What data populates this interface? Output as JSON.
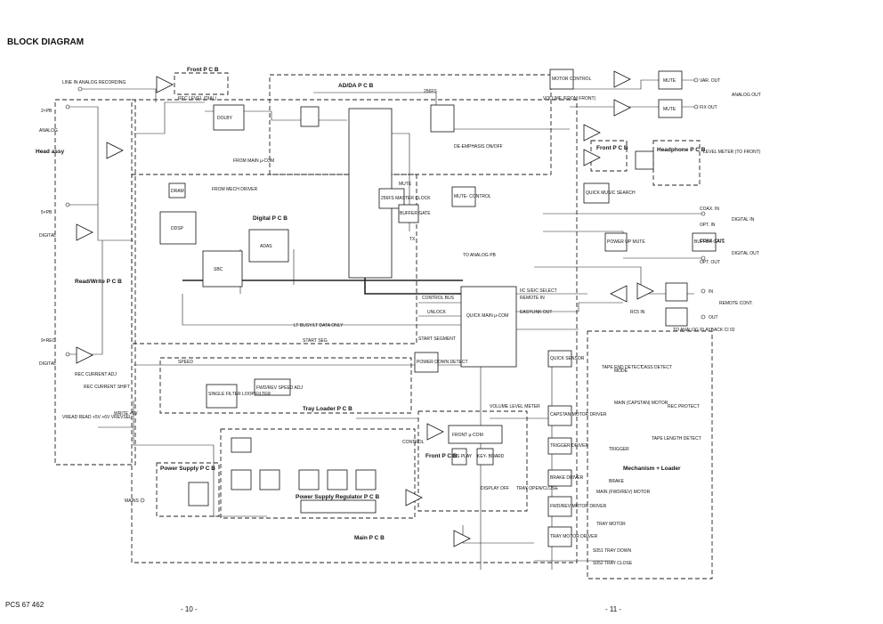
{
  "header": {
    "title": "BLOCK DIAGRAM"
  },
  "footer": {
    "doc_code": "PCS 67 462",
    "page_left": "- 10 -",
    "page_right": "- 11 -"
  },
  "pcbs": {
    "front": "Front P C B",
    "adda": "AD/DA P C B",
    "digital": "Digital P C B",
    "rw": "Read/Write P C B",
    "tray": "Tray Loader P C B",
    "psu": "Power Supply P C B",
    "psreg": "Power Supply Regulator P C B",
    "main": "Main P C B",
    "front2": "Front P C B",
    "headphone": "Headphone P C B",
    "mechanism": "Mechanism + Loader",
    "front3": "Front P C B",
    "head_assy": "Head assy"
  },
  "blocks": {
    "dolby": "DOLBY",
    "motor_control": "MOTOR CONTROL",
    "mute1": "MUTE",
    "mute2": "MUTE",
    "ddsp": "DDSP",
    "sbc": "SBC",
    "adas": "ADAS",
    "dram": "DRAM",
    "quick_main": "QUICK MAIN μ-COM",
    "front_ucom": "FRONT μ-COM",
    "display": "DIS PLAY",
    "keyboard": "KEY- BOARD",
    "mute_control": "MUTE- CONTROL",
    "quick_sensor": "QUICK SENSOR",
    "capstan": "CAPSTAN MOTOR DRIVER",
    "trigger": "TRIGGER DRIVER",
    "brake": "BRAKE DRIVER",
    "fwd_rev": "FWD/REV MOTOR DRIVER",
    "tray_driver": "TRAY MOTOR DRIVER",
    "power_down": "POWER DOWN DETECT",
    "buffer_gate": "BUFFER GATE",
    "power_up": "POWER UP MUTE",
    "fwd_speed": "FWD/REV SPEED ADJ",
    "single_filter": "SINGLE FILTER LOOP FILTER",
    "quick_music": "QUICK MUSIC SEARCH",
    "buffer_gate2": "BUFFER GATE",
    "master_clock": "256FS MASTER CLOCK"
  },
  "io": {
    "line_in": "LINE IN ANALOG RECORDING",
    "var_out": "VAR. OUT",
    "fix_out": "FIX OUT",
    "analog_out": "ANALOG OUT",
    "level_meter": "LEVEL METER (TO FRONT)",
    "coax_in": "COAX. IN",
    "opt_in": "OPT. IN",
    "digital_in": "DIGITAL IN",
    "coax_out": "COAX. OUT",
    "opt_out": "OPT. OUT",
    "digital_out": "DIGITAL OUT",
    "in": "IN",
    "out": "OUT",
    "remote": "REMOTE CONT.",
    "mains": "MAINS",
    "analog": "ANALOG",
    "digital": "DIGITAL",
    "rpb": "2×PB",
    "rpb2": "5×PB",
    "rrec": "9×REC",
    "tray_down": "S051 TRAY DOWN",
    "tray_close": "S052 TRAY CLOSE"
  },
  "signals": {
    "control_bus": "CONTROL BUS",
    "unlock": "UNLOCK",
    "start_seg": "START SEG",
    "start_segment": "START SEGMENT",
    "easylink": "EASYLINK OUT",
    "lt_busy": "LT BUSY/LT DATA ONLY",
    "ic_select": "IIC S/EIC SELECT",
    "remote_in": "REMOTE IN",
    "rc5_in": "RC5 IN",
    "display_off": "DISPLAY OFF",
    "tray_open": "TRAY OPEN/CLOSE",
    "volume_level": "VOLUME LEVEL METER",
    "deemph": "DE-EMPHASIS ON/OFF",
    "to_analog": "TO ANALOG PB",
    "speed": "SPEED",
    "mute": "MUTE",
    "tx": "TX",
    "from_main": "FROM MAIN μ-COM",
    "mech_driver": "FROM MECH DRIVER",
    "to_analog2": "TO ANALOG PLAYBACK CI 02",
    "sub_clk": "256FS",
    "mode": "MODE",
    "tape_end": "TAPE END DETECT",
    "cass_detect": "CASS DETECT",
    "rec_protect": "REC PROTECT",
    "tape_length": "TAPE LENGTH DETECT",
    "rec_level": "REC LEVEL (DIAL)",
    "volume_front": "VOLUME (FROM FRONT)",
    "control": "CONTROL",
    "capstan_motor": "MAIN (CAPSTAN) MOTOR",
    "trigger_lbl": "TRIGGER",
    "brake_lbl": "BRAKE",
    "fwdrev_motor": "MAIN (FWD/REV) MOTOR",
    "tray_motor": "TRAY MOTOR",
    "current_adj": "REC CURRENT ADJ",
    "current_shift": "REC CURRENT SHIFT",
    "vread": "VREAD READ +5V +6V VREVSEL",
    "write": "WRITE +5V"
  }
}
